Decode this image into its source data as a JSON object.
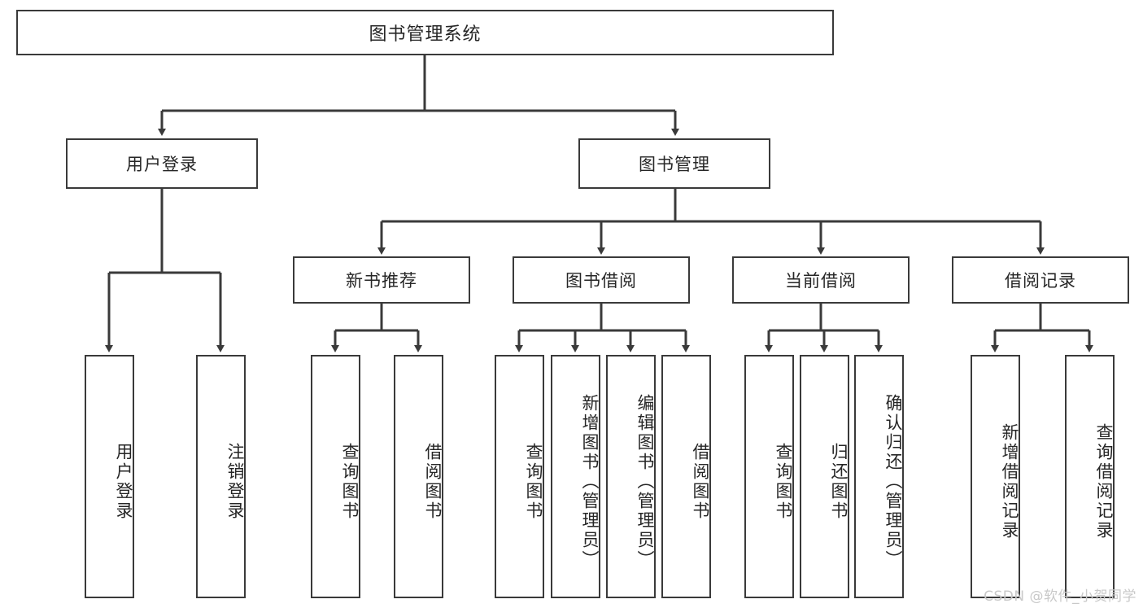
{
  "diagram": {
    "type": "tree-hierarchy",
    "title_node": {
      "id": "root",
      "label": "图书管理系统"
    },
    "level2": [
      {
        "id": "user-login",
        "label": "用户登录"
      },
      {
        "id": "book-manage",
        "label": "图书管理"
      }
    ],
    "level3": [
      {
        "id": "new-book-recommend",
        "label": "新书推荐"
      },
      {
        "id": "book-borrow",
        "label": "图书借阅"
      },
      {
        "id": "current-borrow",
        "label": "当前借阅"
      },
      {
        "id": "borrow-record",
        "label": "借阅记录"
      }
    ],
    "leaves": [
      {
        "id": "leaf-user-login",
        "label": "用户登录",
        "parent": "user-login"
      },
      {
        "id": "leaf-user-logout",
        "label": "注销登录",
        "parent": "user-login"
      },
      {
        "id": "leaf-query-book-1",
        "label": "查询图书",
        "parent": "new-book-recommend"
      },
      {
        "id": "leaf-borrow-book-1",
        "label": "借阅图书",
        "parent": "new-book-recommend"
      },
      {
        "id": "leaf-query-book-2",
        "label": "查询图书",
        "parent": "book-borrow"
      },
      {
        "id": "leaf-add-book",
        "label": "新增图书（管理员）",
        "parent": "book-borrow"
      },
      {
        "id": "leaf-edit-book",
        "label": "编辑图书（管理员）",
        "parent": "book-borrow"
      },
      {
        "id": "leaf-borrow-book-2",
        "label": "借阅图书",
        "parent": "book-borrow"
      },
      {
        "id": "leaf-query-book-3",
        "label": "查询图书",
        "parent": "current-borrow"
      },
      {
        "id": "leaf-return-book",
        "label": "归还图书",
        "parent": "current-borrow"
      },
      {
        "id": "leaf-confirm-return",
        "label": "确认归还（管理员）",
        "parent": "current-borrow"
      },
      {
        "id": "leaf-add-record",
        "label": "新增借阅记录",
        "parent": "borrow-record"
      },
      {
        "id": "leaf-query-record",
        "label": "查询借阅记录",
        "parent": "borrow-record"
      }
    ],
    "colors": {
      "box_border": "#3a3a3a",
      "box_fill": "#ffffff",
      "connector": "#3a3a3a",
      "text": "#262626",
      "watermark": "#c9c9c9",
      "background": "#ffffff"
    }
  },
  "watermark": {
    "text": "CSDN @软件_小贺同学"
  }
}
